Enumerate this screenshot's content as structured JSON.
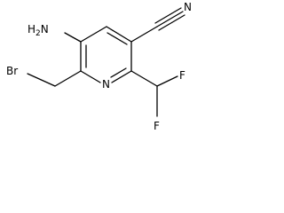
{
  "structure": {
    "atoms": {
      "amino": "H2N",
      "ring_nitrogen": "N",
      "nitrile_nitrogen": "N",
      "bromine": "Br",
      "fluorine_1": "F",
      "fluorine_2": "F"
    }
  }
}
